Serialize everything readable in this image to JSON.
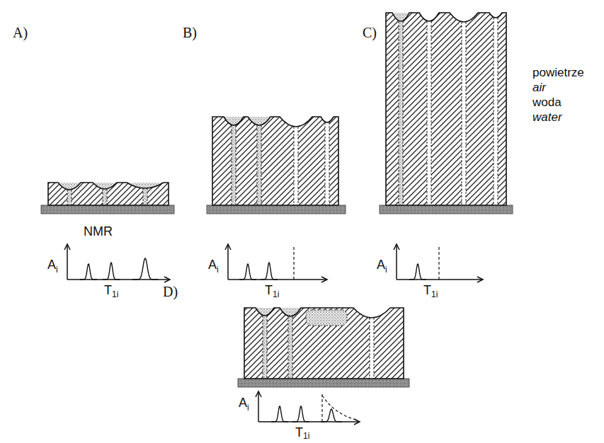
{
  "diagram": {
    "labels": [
      "A)",
      "B)",
      "C)",
      "D)",
      "powietrze",
      "air",
      "woda",
      "water",
      "NMR",
      "A",
      "i",
      "T",
      "1i",
      "A",
      "i",
      "T",
      "1i",
      "A",
      "i",
      "T",
      "1i",
      "A",
      "i",
      "T",
      "1i"
    ]
  }
}
